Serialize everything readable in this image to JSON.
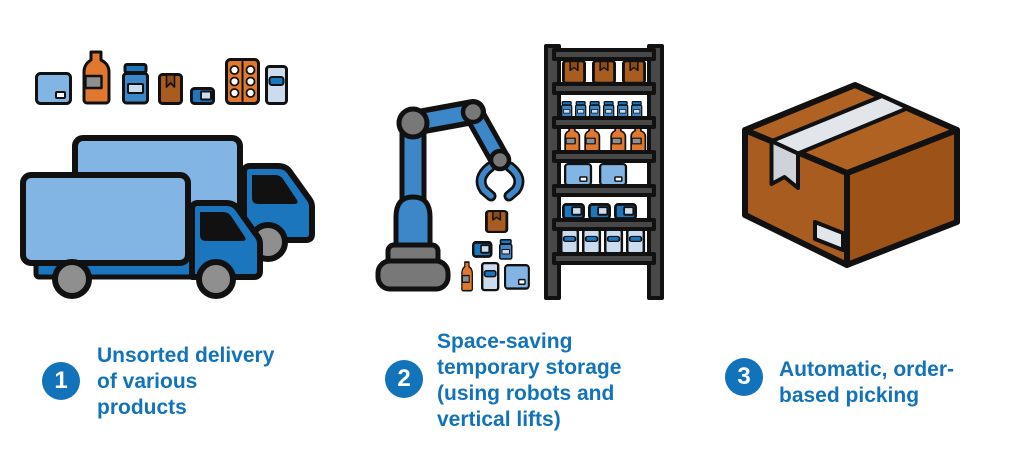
{
  "colors": {
    "step_blue": "#1273ba",
    "light_blue": "#82b5e3",
    "medium_blue": "#3d87c8",
    "dark_blue": "#1b76bd",
    "pale_blue": "#ccdcef",
    "orange": "#e0782f",
    "brown": "#a85c20",
    "brown_top": "#b06222",
    "brown_right": "#9d5317",
    "tape_brown": "#8a4c16",
    "tape_gray": "#e2e5e9",
    "tape_gray_dark": "#ced3da",
    "gray": "#8f8f8f",
    "dark_gray": "#787878",
    "shelf_gray": "#484848",
    "outline": "#111111"
  },
  "steps": [
    {
      "number": "1",
      "label": "Unsorted delivery of various products",
      "illustration": "two-delivery-trucks-with-assorted-product-icons"
    },
    {
      "number": "2",
      "label": "Space-saving temporary storage (using robots and vertical lifts)",
      "illustration": "robot-arm-with-gripper-and-storage-rack"
    },
    {
      "number": "3",
      "label": "Automatic, order-based picking",
      "illustration": "sealed-cardboard-box-with-tape-and-label"
    }
  ],
  "product_icons": [
    "storage-box",
    "medicine-bottle",
    "jar",
    "parcel",
    "case",
    "pill-blister-pack",
    "canister"
  ]
}
